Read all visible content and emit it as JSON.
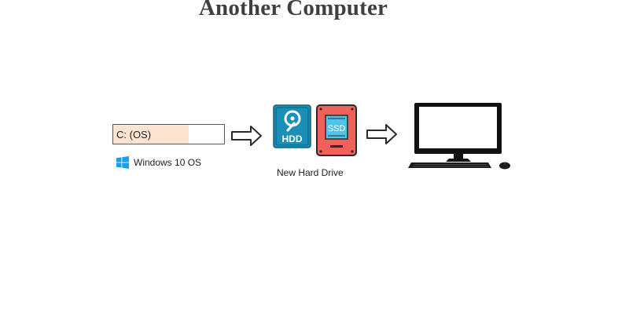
{
  "title": "Another Computer",
  "source_drive": {
    "label": "C: (OS)",
    "used_fraction": 0.68,
    "fill_color": "#fde4d2"
  },
  "os": {
    "label": "Windows 10 OS",
    "icon": "windows-logo-icon",
    "icon_color": "#1aa0e6"
  },
  "new_drive": {
    "label": "New Hard Drive",
    "hdd": {
      "text": "HDD",
      "color": "#1a8fb8"
    },
    "ssd": {
      "text": "SSD",
      "color": "#f0615c",
      "accent": "#4fc3e8"
    }
  },
  "target": {
    "icon": "desktop-computer-icon"
  }
}
